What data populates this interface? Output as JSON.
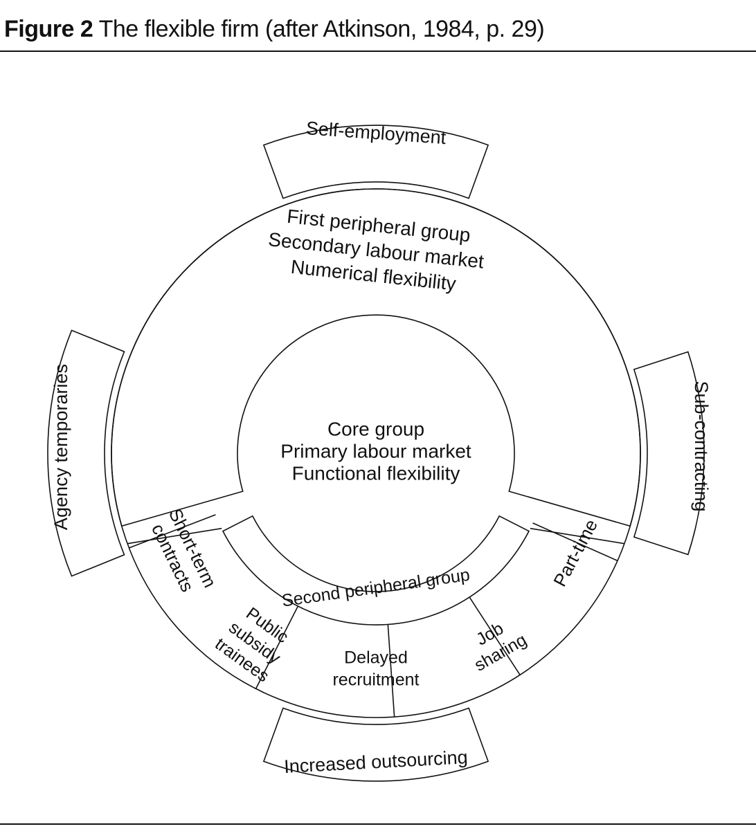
{
  "figure": {
    "label": "Figure 2",
    "title": "The flexible firm (after Atkinson, 1984, p. 29)"
  },
  "core": {
    "lines": [
      "Core group",
      "Primary labour market",
      "Functional flexibility"
    ]
  },
  "first_peripheral": {
    "lines": [
      "First peripheral group",
      "Secondary labour market",
      "Numerical flexibility"
    ]
  },
  "second_peripheral": {
    "label": "Second peripheral group"
  },
  "segments": {
    "short_term": {
      "lines": [
        "Short-term",
        "contracts"
      ]
    },
    "public_subsidy": {
      "lines": [
        "Public",
        "subsidy",
        "trainees"
      ]
    },
    "delayed": {
      "lines": [
        "Delayed",
        "recruitment"
      ]
    },
    "job_sharing": {
      "lines": [
        "Job",
        "sharing"
      ]
    },
    "part_time": {
      "lines": [
        "Part-time"
      ]
    }
  },
  "outer": {
    "self_employment": "Self-employment",
    "sub_contracting": "Sub-contracting",
    "outsourcing": "Increased outsourcing",
    "agency": "Agency temporaries"
  }
}
